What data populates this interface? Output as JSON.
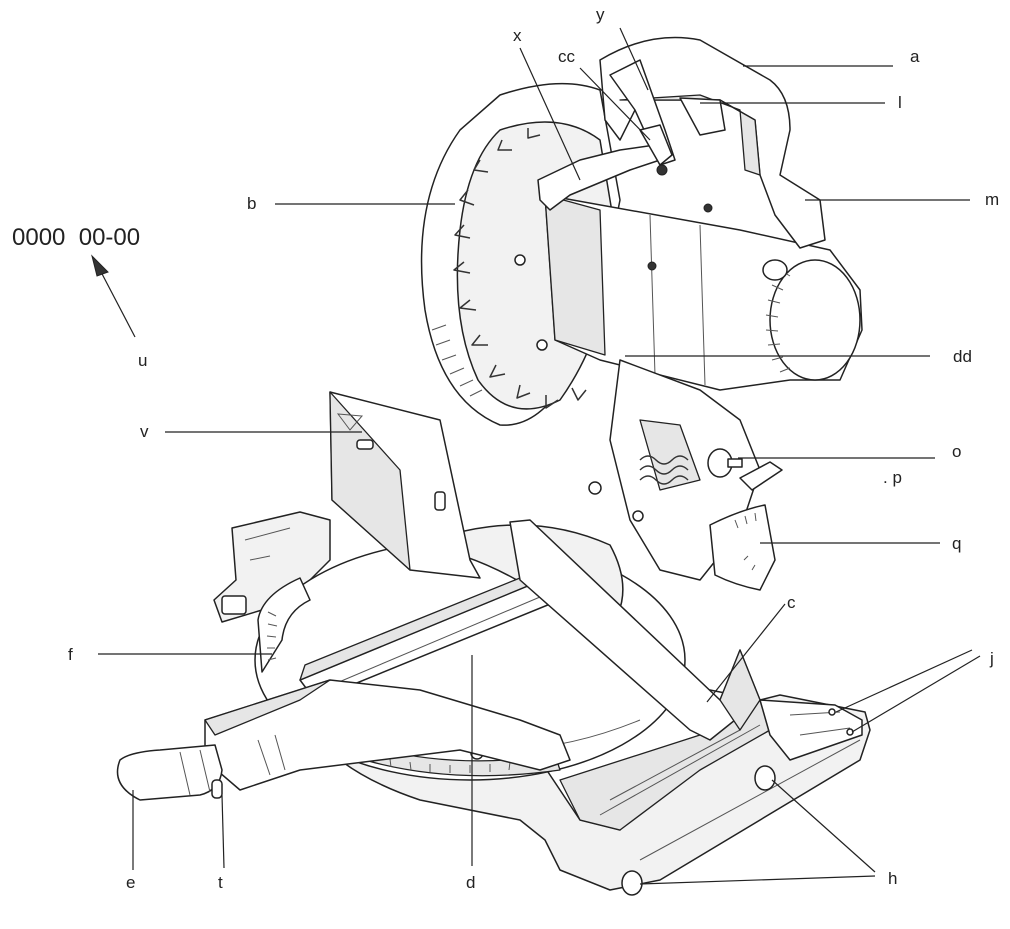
{
  "serial_number": "0000  00-00",
  "callouts": [
    {
      "id": "a",
      "text": "a"
    },
    {
      "id": "l",
      "text": "l"
    },
    {
      "id": "y",
      "text": "y"
    },
    {
      "id": "x",
      "text": "x"
    },
    {
      "id": "cc",
      "text": "cc"
    },
    {
      "id": "b",
      "text": "b"
    },
    {
      "id": "m",
      "text": "m"
    },
    {
      "id": "u",
      "text": "u"
    },
    {
      "id": "dd",
      "text": "dd"
    },
    {
      "id": "v",
      "text": "v"
    },
    {
      "id": "o",
      "text": "o"
    },
    {
      "id": "p",
      "text": ". p"
    },
    {
      "id": "q",
      "text": "q"
    },
    {
      "id": "c",
      "text": "c"
    },
    {
      "id": "f",
      "text": "f"
    },
    {
      "id": "j",
      "text": "j"
    },
    {
      "id": "e",
      "text": "e"
    },
    {
      "id": "t",
      "text": "t"
    },
    {
      "id": "d",
      "text": "d"
    },
    {
      "id": "h",
      "text": "h"
    }
  ]
}
